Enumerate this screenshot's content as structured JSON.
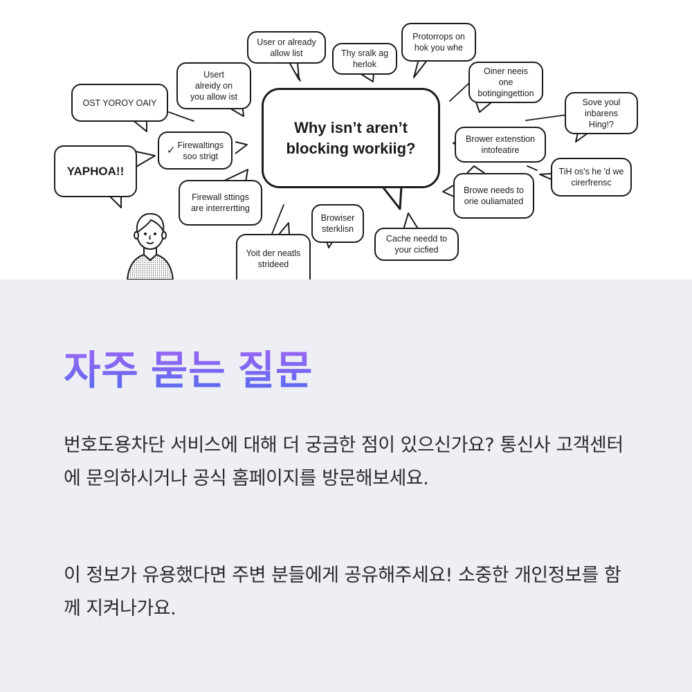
{
  "illustration": {
    "main_bubble": "Why isn’t aren’t\nblocking workiig?",
    "bubbles": [
      {
        "id": "b1",
        "text": "User or already\nallow list"
      },
      {
        "id": "b2",
        "text": "Thy sralk ag\nherlok"
      },
      {
        "id": "b3",
        "text": "Protorrops on\nhok you whe"
      },
      {
        "id": "b4",
        "text": "Usert\nalreidy on\nyou allow ist"
      },
      {
        "id": "b5",
        "text": "OST YOROY OAIY"
      },
      {
        "id": "b6",
        "text": "Oiner neeis one\nbotingingettion"
      },
      {
        "id": "b7",
        "text": "Sove youl\ninbarens Hing!?"
      },
      {
        "id": "b8",
        "check": "✓",
        "text": "Firewaltings\nsoo strigt"
      },
      {
        "id": "b9",
        "text": "YAPHOA!!"
      },
      {
        "id": "b10",
        "text": "Brower extenstion\nintofeatire"
      },
      {
        "id": "b11",
        "text": "TiH os's he 'd we\ncirerfrensc"
      },
      {
        "id": "b12",
        "text": "Firewall sttings\nare interrertting"
      },
      {
        "id": "b13",
        "text": "Browe needs to\norie ouliamated"
      },
      {
        "id": "b14",
        "text": "Browiser\nsterklisn"
      },
      {
        "id": "b15",
        "text": "Cache needd to\nyour cicfied"
      },
      {
        "id": "b16",
        "text": "Yoit der neatls\nstrideed"
      }
    ]
  },
  "faq": {
    "title": "자주 묻는 질문",
    "paragraph1": "번호도용차단 서비스에 대해 더 궁금한 점이 있으신가요? 통신사 고객센터에 문의하시거나 공식 홈페이지를 방문해보세요.",
    "paragraph2": "이 정보가 유용했다면 주변 분들에게 공유해주세요! 소중한 개인정보를 함께 지켜나가요."
  },
  "colors": {
    "page_background": "#eeeff4",
    "illustration_background": "#ffffff",
    "title_gradient_top": "#a066f5",
    "title_gradient_bottom": "#4a6cf0",
    "body_text": "#2b2b2b"
  }
}
